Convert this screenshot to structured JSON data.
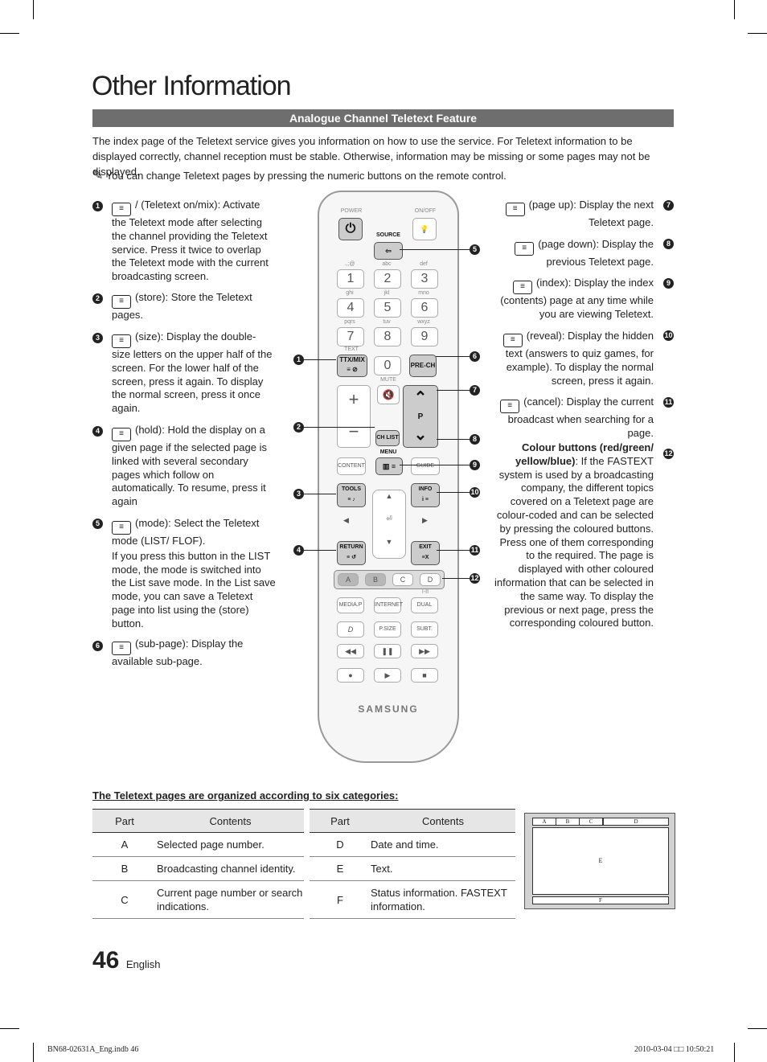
{
  "header": {
    "title": "Other Information",
    "section": "Analogue Channel Teletext Feature"
  },
  "intro": "The index page of the Teletext service gives you information on how to use the service. For Teletext information to be displayed correctly, channel reception must be stable. Otherwise, information may be missing or some pages may not be displayed.",
  "note": "You can change Teletext pages by pressing the numeric buttons on the remote control.",
  "left_items": [
    {
      "num": "1",
      "icon": "teletext-mix-icon",
      "text": "/ (Teletext on/mix): Activate the Teletext mode after selecting the channel providing the Teletext service. Press it twice to overlap the Teletext mode with the current broadcasting screen."
    },
    {
      "num": "2",
      "icon": "store-icon",
      "text": "(store): Store the Teletext pages."
    },
    {
      "num": "3",
      "icon": "size-icon",
      "text": "(size): Display the double-size letters on the upper half of the screen. For the lower half of the screen, press it again. To display the normal screen, press it once again."
    },
    {
      "num": "4",
      "icon": "hold-icon",
      "text": "(hold): Hold the display on a given page if the selected page is linked with several secondary pages which follow on automatically. To resume, press it again"
    },
    {
      "num": "5",
      "icon": "mode-icon",
      "text": "(mode): Select the Teletext mode (LIST/ FLOF).",
      "extra": "If you press this button in the LIST mode, the mode is switched into the List save mode. In the List save mode, you can save a Teletext page into list using the (store) button."
    },
    {
      "num": "6",
      "icon": "sub-page-icon",
      "text": "(sub-page): Display the available sub-page."
    }
  ],
  "right_items": [
    {
      "num": "7",
      "icon": "page-up-icon",
      "text": "(page up): Display the next Teletext page."
    },
    {
      "num": "8",
      "icon": "page-down-icon",
      "text": "(page down): Display the previous Teletext page."
    },
    {
      "num": "9",
      "icon": "index-icon",
      "text": "(index): Display the index (contents) page at any time while you are viewing Teletext."
    },
    {
      "num": "10",
      "icon": "reveal-icon",
      "text": "(reveal): Display the hidden text (answers to quiz games, for example). To display the normal screen, press it again."
    },
    {
      "num": "11",
      "icon": "cancel-icon",
      "text": "(cancel): Display the current broadcast when searching for a page."
    },
    {
      "num": "12",
      "bold": "Colour buttons (red/green/ yellow/blue)",
      "text": ": If the FASTEXT system is used by a broadcasting company, the different topics covered on a Teletext page are colour-coded and can be selected by pressing the coloured buttons. Press one of them corresponding to the required. The page is displayed with other coloured information that can be selected in the same way. To display the previous or next page, press the corresponding coloured button."
    }
  ],
  "remote": {
    "power": "POWER",
    "onoff": "ON/OFF",
    "source": "SOURCE",
    "keys": [
      "1",
      "2",
      "3",
      "4",
      "5",
      "6",
      "7",
      "8",
      "9",
      "0"
    ],
    "letters": [
      ".,;@",
      "abc",
      "def",
      "ghi",
      "jkl",
      "mno",
      "pqrs",
      "tuv",
      "wxyz"
    ],
    "text": "TEXT",
    "ttx": "TTX/MIX",
    "prech": "PRE-CH",
    "mute": "MUTE",
    "p": "P",
    "chlist": "CH LIST",
    "menu": "MENU",
    "content": "CONTENT",
    "guide": "GUIDE",
    "tools": "TOOLS",
    "info": "INFO",
    "return": "RETURN",
    "exit": "EXIT",
    "colors": [
      "A",
      "B",
      "C",
      "D"
    ],
    "mediap": "MEDIA.P",
    "internet": "INTERNET",
    "dual": "DUAL",
    "psize": "P.SIZE",
    "subt": "SUBT.",
    "brand": "SAMSUNG",
    "i_ii": "I-II"
  },
  "table": {
    "title": "The Teletext pages are organized according to six categories:",
    "headers": [
      "Part",
      "Contents"
    ],
    "left": [
      {
        "part": "A",
        "contents": "Selected page number."
      },
      {
        "part": "B",
        "contents": "Broadcasting channel identity."
      },
      {
        "part": "C",
        "contents": "Current page number or search indications."
      }
    ],
    "right": [
      {
        "part": "D",
        "contents": "Date and time."
      },
      {
        "part": "E",
        "contents": "Text."
      },
      {
        "part": "F",
        "contents": "Status information. FASTEXT information."
      }
    ],
    "diagram": [
      "A",
      "B",
      "C",
      "D",
      "E",
      "F"
    ]
  },
  "footer": {
    "page": "46",
    "lang": "English",
    "file": "BN68-02631A_Eng.indb   46",
    "date": "2010-03-04   □□ 10:50:21"
  }
}
